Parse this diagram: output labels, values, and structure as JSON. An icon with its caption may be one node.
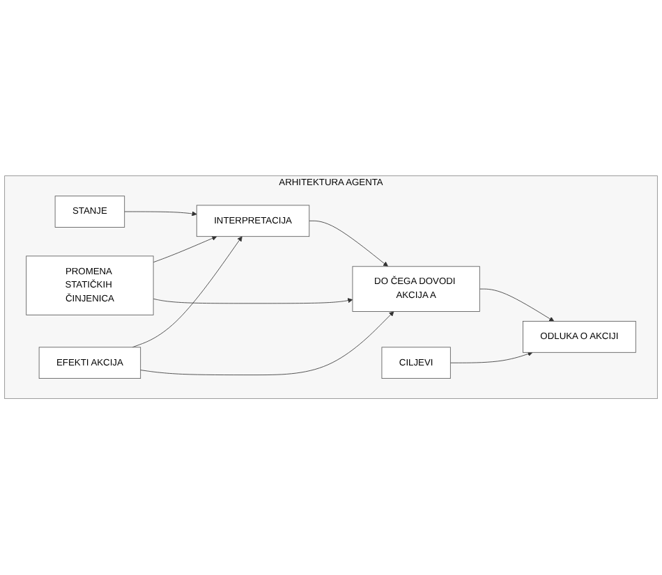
{
  "diagram": {
    "nodes": [
      {
        "text": [
          "ARHITEKTURA AGENTA"
        ]
      },
      {
        "text": [
          "STANJE"
        ],
        "in": 0
      },
      {
        "text": [
          "INTERPRETACIJA"
        ],
        "in": 0
      },
      {
        "text": [
          "PROMENA STATIČKIH ČINJENICA"
        ],
        "in": 0
      },
      {
        "text": [
          "EFEKTI AKCIJA"
        ],
        "in": 0
      },
      {
        "text": [
          "DO ČEGA DOVODI AKCIJA A"
        ],
        "in": 0
      },
      {
        "text": [
          "CILJEVI"
        ],
        "in": 0
      },
      {
        "text": [
          "ODLUKA O AKCIJI"
        ],
        "in": 0
      }
    ],
    "edges": [
      {
        "from": 1,
        "to": 2,
        "arrow": "to"
      },
      {
        "from": 3,
        "to": 2,
        "arrow": "to"
      },
      {
        "from": 3,
        "to": 5,
        "arrow": "to"
      },
      {
        "from": 4,
        "to": 2,
        "arrow": "to"
      },
      {
        "from": 4,
        "to": 5,
        "arrow": "to"
      },
      {
        "from": 2,
        "to": 5,
        "arrow": "to"
      },
      {
        "from": 5,
        "to": 7,
        "arrow": "to"
      },
      {
        "from": 6,
        "to": 7,
        "arrow": "to"
      }
    ]
  }
}
